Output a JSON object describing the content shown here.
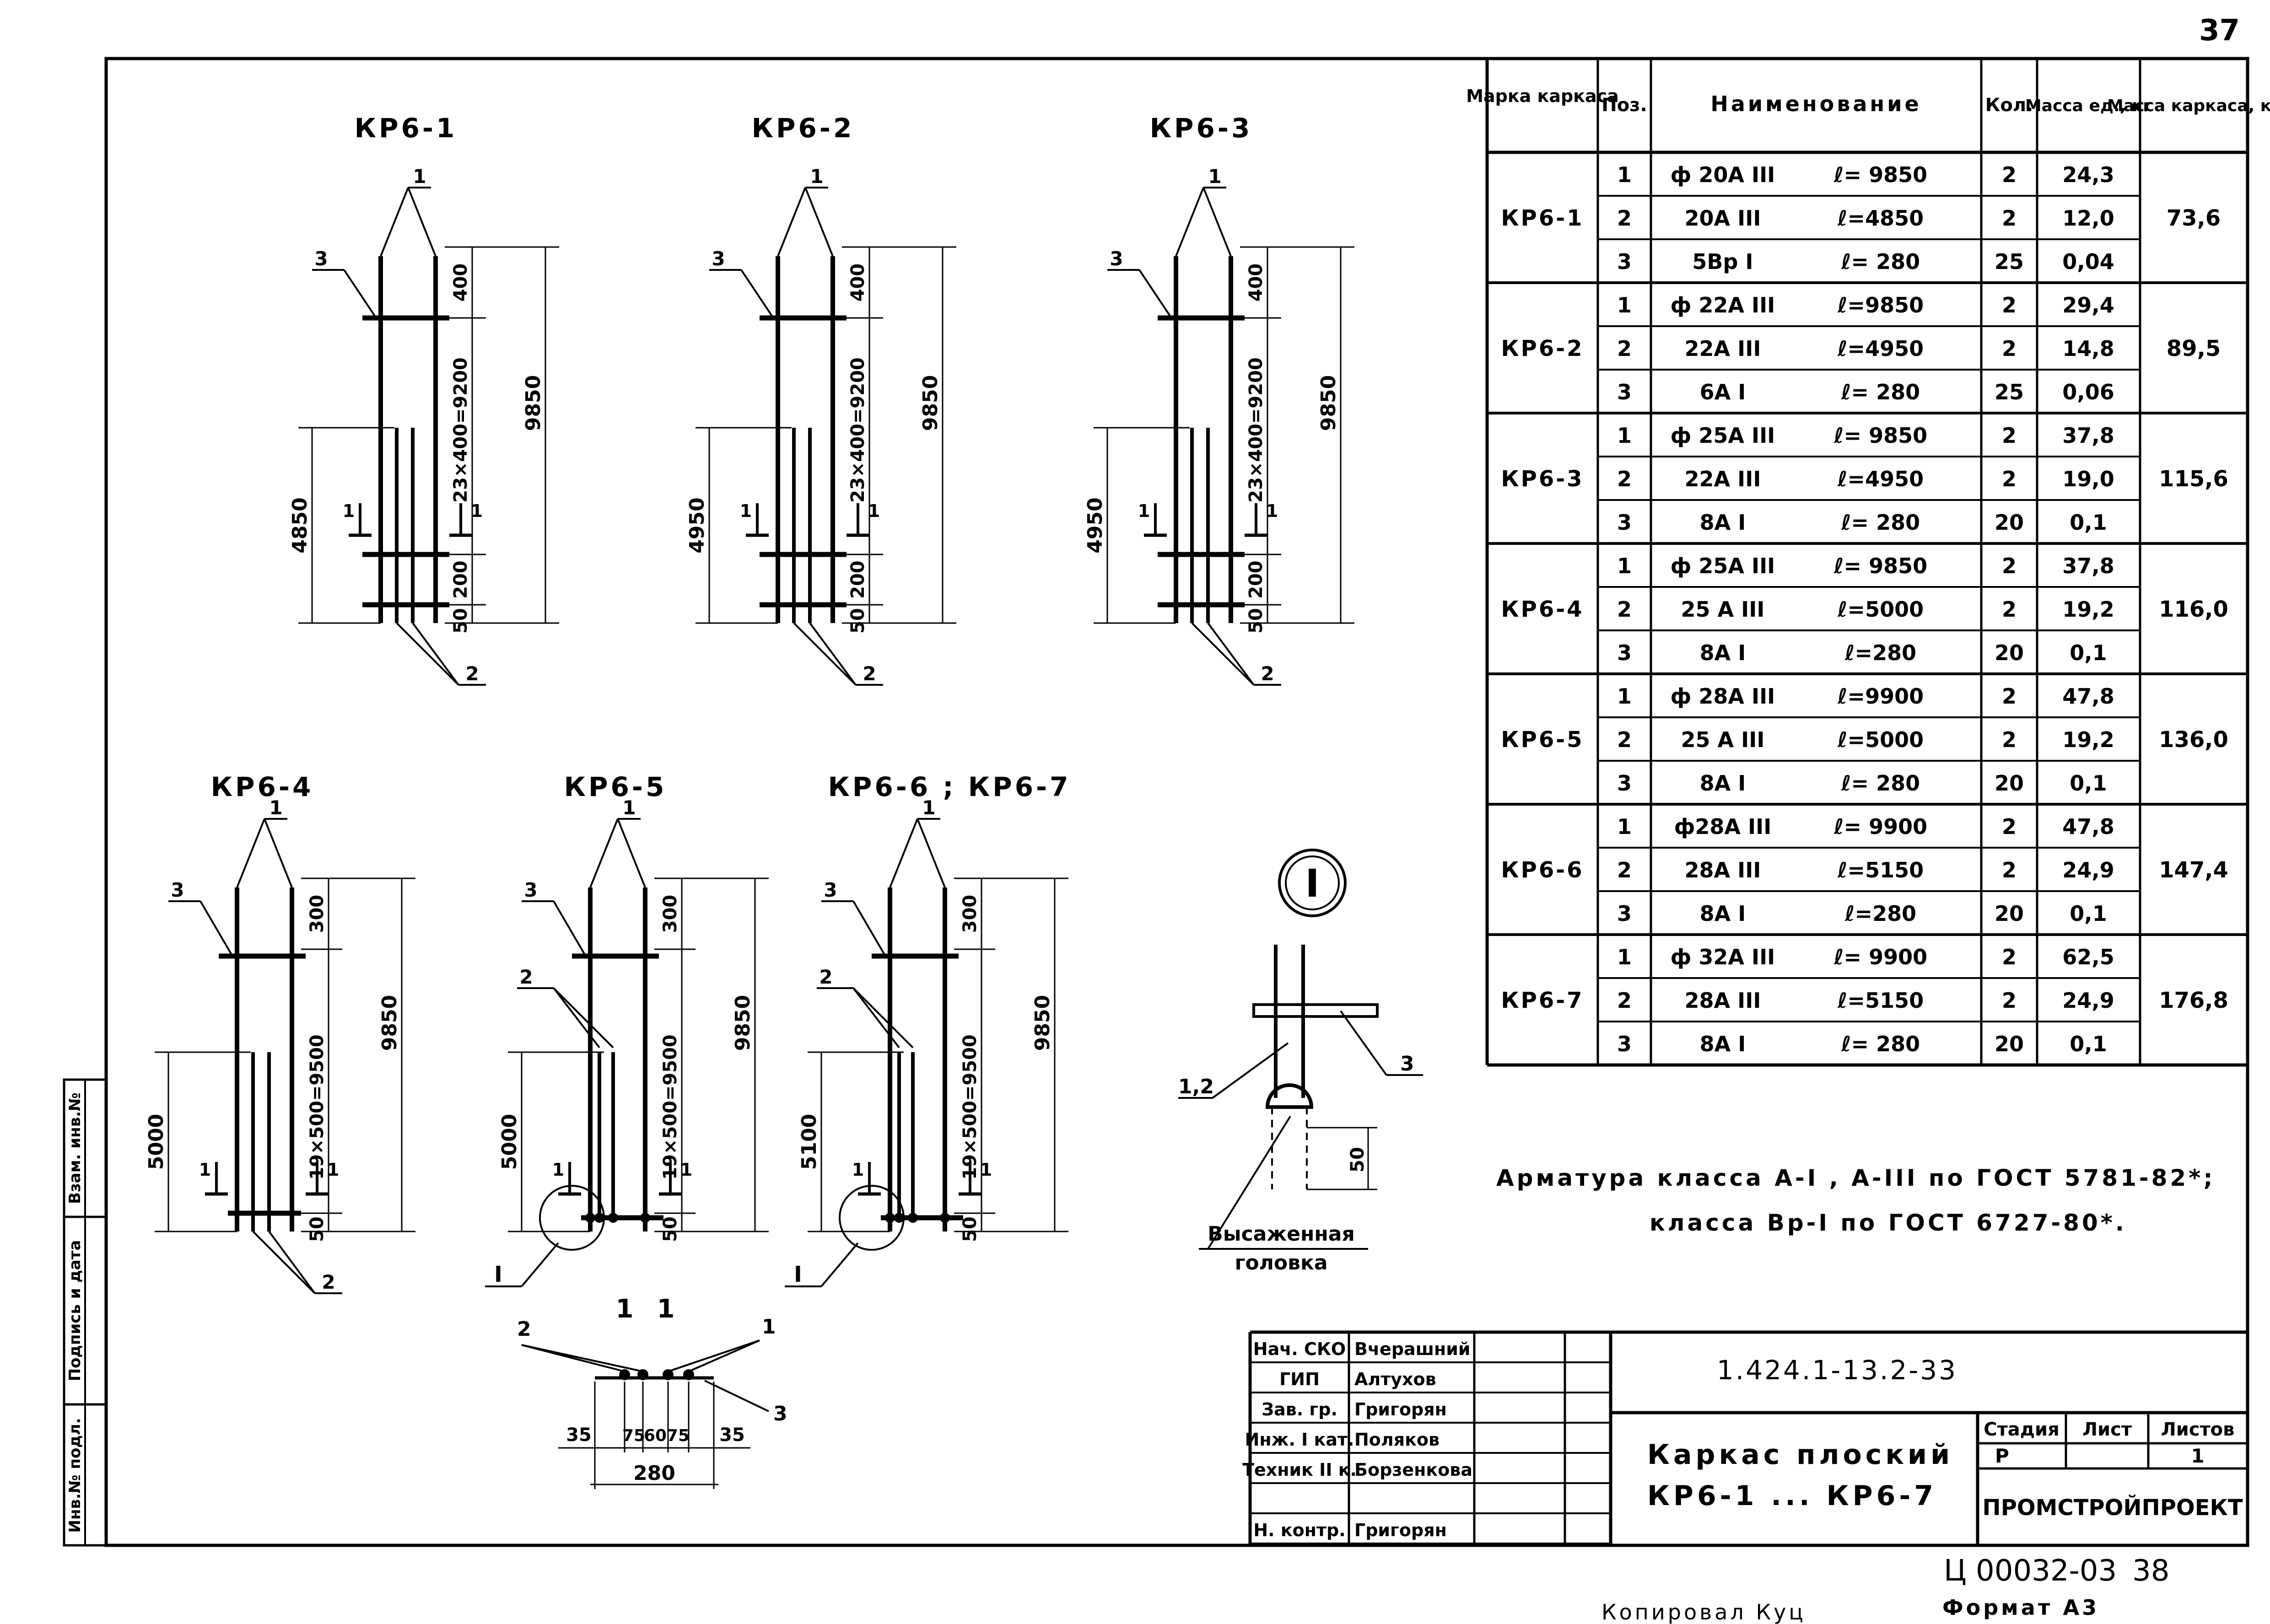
{
  "page_number": "37",
  "frames": [
    {
      "id": "kr6-1",
      "label": "КР6-1",
      "dims": {
        "d1": "400",
        "d2": "23×400=9200",
        "d3": "200",
        "d4": "50",
        "total": "9850",
        "short": "4850"
      },
      "sec_left": "1",
      "sec_right": "1",
      "callouts": [
        "1",
        "2",
        "3"
      ]
    },
    {
      "id": "kr6-2",
      "label": "КР6-2",
      "dims": {
        "d1": "400",
        "d2": "23×400=9200",
        "d3": "200",
        "d4": "50",
        "total": "9850",
        "short": "4950"
      },
      "sec_left": "1",
      "sec_right": "1",
      "callouts": [
        "1",
        "2",
        "3"
      ]
    },
    {
      "id": "kr6-3",
      "label": "КР6-3",
      "dims": {
        "d1": "400",
        "d2": "23×400=9200",
        "d3": "200",
        "d4": "50",
        "total": "9850",
        "short": "4950"
      },
      "sec_left": "1",
      "sec_right": "1",
      "callouts": [
        "1",
        "2",
        "3"
      ]
    },
    {
      "id": "kr6-4",
      "label": "КР6-4",
      "dims": {
        "d1": "300",
        "d2": "19×500=9500",
        "d3": "",
        "d4": "50",
        "total": "9850",
        "short": "5000"
      },
      "sec_left": "1",
      "sec_right": "1",
      "callouts": [
        "1",
        "2",
        "3"
      ],
      "detail": ""
    },
    {
      "id": "kr6-5",
      "label": "КР6-5",
      "dims": {
        "d1": "300",
        "d2": "19×500=9500",
        "d3": "",
        "d4": "50",
        "total": "9850",
        "short": "5000"
      },
      "sec_left": "1",
      "sec_right": "1",
      "callouts": [
        "1",
        "2",
        "3"
      ],
      "detail": "I"
    },
    {
      "id": "kr6-6-7",
      "label": "КР6-6 ; КР6-7",
      "dims": {
        "d1": "300",
        "d2": "19×500=9500",
        "d3": "",
        "d4": "50",
        "total": "9850",
        "short": "5100"
      },
      "sec_left": "1",
      "sec_right": "1",
      "callouts": [
        "1",
        "2",
        "3"
      ],
      "detail": "I"
    }
  ],
  "detail_view": {
    "marker": "I",
    "label_bar": "1,2",
    "label_stirrup": "3",
    "dim": "50",
    "caption_line1": "Высаженная",
    "caption_line2": "головка"
  },
  "section_view": {
    "title_left": "1",
    "title_right": "1",
    "callout_left": "2",
    "callout_right": "1",
    "callout_stirrup": "3",
    "dims": [
      "35",
      "75",
      "60",
      "75",
      "35"
    ],
    "total": "280"
  },
  "table": {
    "headers": [
      "Марка каркаса",
      "Поз.",
      "Наименование",
      "Кол.",
      "Масса ед., кг",
      "Масса каркаса, кг"
    ],
    "groups": [
      {
        "mark": "КР6-1",
        "total": "73,6",
        "rows": [
          {
            "pos": "1",
            "name": "ф 20А III",
            "len": "ℓ= 9850",
            "qty": "2",
            "mass": "24,3"
          },
          {
            "pos": "2",
            "name": "20А III",
            "len": "ℓ=4850",
            "qty": "2",
            "mass": "12,0"
          },
          {
            "pos": "3",
            "name": "5Вр I",
            "len": "ℓ= 280",
            "qty": "25",
            "mass": "0,04"
          }
        ]
      },
      {
        "mark": "КР6-2",
        "total": "89,5",
        "rows": [
          {
            "pos": "1",
            "name": "ф 22А III",
            "len": "ℓ=9850",
            "qty": "2",
            "mass": "29,4"
          },
          {
            "pos": "2",
            "name": "22А III",
            "len": "ℓ=4950",
            "qty": "2",
            "mass": "14,8"
          },
          {
            "pos": "3",
            "name": "6А I",
            "len": "ℓ= 280",
            "qty": "25",
            "mass": "0,06"
          }
        ]
      },
      {
        "mark": "КР6-3",
        "total": "115,6",
        "rows": [
          {
            "pos": "1",
            "name": "ф 25А III",
            "len": "ℓ= 9850",
            "qty": "2",
            "mass": "37,8"
          },
          {
            "pos": "2",
            "name": "22А III",
            "len": "ℓ=4950",
            "qty": "2",
            "mass": "19,0"
          },
          {
            "pos": "3",
            "name": "8А I",
            "len": "ℓ= 280",
            "qty": "20",
            "mass": "0,1"
          }
        ]
      },
      {
        "mark": "КР6-4",
        "total": "116,0",
        "rows": [
          {
            "pos": "1",
            "name": "ф 25А III",
            "len": "ℓ= 9850",
            "qty": "2",
            "mass": "37,8"
          },
          {
            "pos": "2",
            "name": "25 А III",
            "len": "ℓ=5000",
            "qty": "2",
            "mass": "19,2"
          },
          {
            "pos": "3",
            "name": "8А I",
            "len": "ℓ=280",
            "qty": "20",
            "mass": "0,1"
          }
        ]
      },
      {
        "mark": "КР6-5",
        "total": "136,0",
        "rows": [
          {
            "pos": "1",
            "name": "ф 28А III",
            "len": "ℓ=9900",
            "qty": "2",
            "mass": "47,8"
          },
          {
            "pos": "2",
            "name": "25 А III",
            "len": "ℓ=5000",
            "qty": "2",
            "mass": "19,2"
          },
          {
            "pos": "3",
            "name": "8А I",
            "len": "ℓ= 280",
            "qty": "20",
            "mass": "0,1"
          }
        ]
      },
      {
        "mark": "КР6-6",
        "total": "147,4",
        "rows": [
          {
            "pos": "1",
            "name": "ф28А III",
            "len": "ℓ= 9900",
            "qty": "2",
            "mass": "47,8"
          },
          {
            "pos": "2",
            "name": "28А III",
            "len": "ℓ=5150",
            "qty": "2",
            "mass": "24,9"
          },
          {
            "pos": "3",
            "name": "8А I",
            "len": "ℓ=280",
            "qty": "20",
            "mass": "0,1"
          }
        ]
      },
      {
        "mark": "КР6-7",
        "total": "176,8",
        "rows": [
          {
            "pos": "1",
            "name": "ф 32А III",
            "len": "ℓ= 9900",
            "qty": "2",
            "mass": "62,5"
          },
          {
            "pos": "2",
            "name": "28А III",
            "len": "ℓ=5150",
            "qty": "2",
            "mass": "24,9"
          },
          {
            "pos": "3",
            "name": "8А I",
            "len": "ℓ= 280",
            "qty": "20",
            "mass": "0,1"
          }
        ]
      }
    ]
  },
  "notes": {
    "line1": "Арматура класса А-I , А-III по ГОСТ 5781-82*;",
    "line2": "класса Вр-I по ГОСТ 6727-80*."
  },
  "side_stamp": [
    "Инв.№ подл.",
    "Подпись и дата",
    "Взам. инв.№"
  ],
  "title_block": {
    "staff": [
      {
        "role": "Нач. СКО",
        "name": "Вчерашний"
      },
      {
        "role": "ГИП",
        "name": "Алтухов"
      },
      {
        "role": "Зав. гр.",
        "name": "Григорян"
      },
      {
        "role": "Инж. I кат.",
        "name": "Поляков"
      },
      {
        "role": "Техник II к.",
        "name": "Борзенкова"
      },
      {
        "role": "",
        "name": ""
      },
      {
        "role": "Н. контр.",
        "name": "Григорян"
      }
    ],
    "code": "1.424.1-13.2-33",
    "title_line1": "Каркас плоский",
    "title_line2": "КР6-1 ... КР6-7",
    "stage_header": "Стадия",
    "sheet_header": "Лист",
    "sheets_header": "Листов",
    "stage": "Р",
    "sheet": "",
    "sheets": "1",
    "organization": "ПРОМСТРОЙПРОЕКТ"
  },
  "footer": {
    "archive_no": "Ц 00032-03",
    "archive_page": "38",
    "copied_by": "Копировал Куц",
    "format": "Формат А3"
  }
}
